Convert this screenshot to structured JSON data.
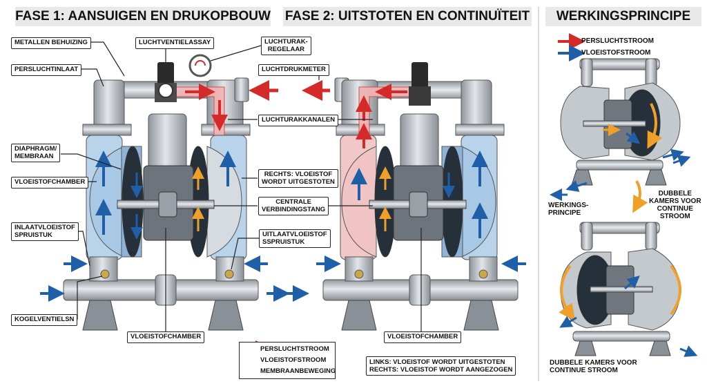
{
  "headers": {
    "phase1": "FASE 1: AANSUIGEN EN DRUKOPBOUW",
    "phase2": "FASE 2: UITSTOTEN EN CONTINUÏTEIT",
    "principle": "WERKINGSPRINCIPE"
  },
  "labels": {
    "metal_housing": "METALLEN BEHUIZING",
    "air_inlet": "PERSLUCHTINLAAT",
    "air_valve_assembly": "LUCHTVENTIELASSAY",
    "air_regulator": "LUCHTURAK-\nREGELAAR",
    "pressure_gauge": "LUCHTDRUKMETER",
    "air_channels": "LUCHTURAKKANALEN",
    "diaphragm": "DIAPHRAGM/\nMEMBRAAN",
    "fluid_chamber_left": "VLOEISTOFCHAMBER",
    "right_expelled": "RECHTS: VLOEISTOF\nWORDT UITGESTOTEN",
    "center_rod": "CENTRALE\nVERBINDINGSTANG",
    "inlet_nozzle": "INLAATVLOEISTOF\nSPRUISTUK",
    "outlet_nozzle": "UITLAATVLOEISTOF\nSSPRUISTUK",
    "ball_valves": "KOGELVENTIELSN",
    "fluid_chamber_1": "VLOEISTOFCHAMBER",
    "fluid_chamber_2": "VLOEISTOFCHAMBER",
    "phase2_note": "LINKS: VLOEISTOF WORDT UITGESTOTEN\nRECHTS: VLOEISTOF WORDT AANGEZOGEN"
  },
  "legend": {
    "air": "PERSLUCHTSTROOM",
    "fluid": "VLOEISTOFSTROOM",
    "membrane": "MEMBRAANBEWEGING"
  },
  "principle": {
    "legend_air": "PERSLUCHTSTROOM",
    "legend_fluid": "VLOEISTOFSTROOM",
    "working": "WERKINGS-\nPRINCIPE",
    "dual_right": "DUBBELE\nKAMERS VOOR\nCONTINUE\nSTROOM",
    "dual_bottom": "DUBBELE KAMERS VOOR\nCONTINUE STROOM"
  },
  "colors": {
    "air": "#d42a2a",
    "fluid": "#1f5fa8",
    "membrane": "#f0a028",
    "metal": "#b9bec4",
    "fluid_fill": "#b9d3ea",
    "air_fill": "#f2b3b3"
  }
}
